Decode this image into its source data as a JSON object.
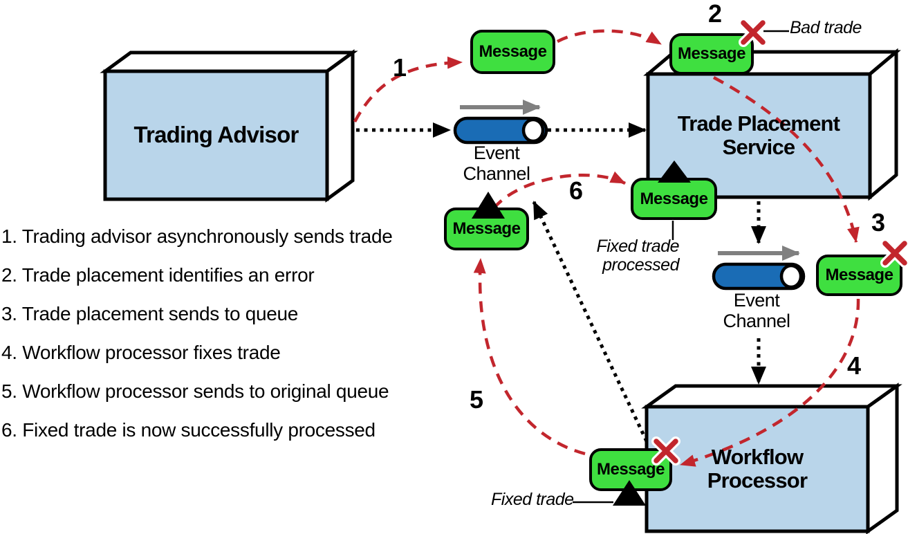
{
  "colors": {
    "green": "#3fdf40",
    "lightblue": "#b9d5ea",
    "blue": "#1a6cb5",
    "red": "#c2262d",
    "gray": "#808080"
  },
  "nodes": {
    "trading_advisor": {
      "label": "Trading Advisor"
    },
    "trade_placement": {
      "label": "Trade Placement Service"
    },
    "workflow_processor": {
      "label": "Workflow Processor"
    }
  },
  "channels": {
    "channel1": {
      "label": "Event Channel"
    },
    "channel2": {
      "label": "Event Channel"
    }
  },
  "messages": {
    "m1": {
      "label": "Message"
    },
    "m2": {
      "label": "Message"
    },
    "m3": {
      "label": "Message"
    },
    "m4": {
      "label": "Message"
    },
    "m5": {
      "label": "Message"
    },
    "m6": {
      "label": "Message"
    }
  },
  "step_markers": {
    "s1": "1",
    "s2": "2",
    "s3": "3",
    "s4": "4",
    "s5": "5",
    "s6": "6"
  },
  "annotations": {
    "bad_trade": "Bad trade",
    "fixed_trade_processed": "Fixed trade processed",
    "fixed_trade": "Fixed trade"
  },
  "legend_steps": [
    "1. Trading advisor asynchronously sends trade",
    "2. Trade placement identifies an error",
    "3. Trade placement sends to queue",
    "4. Workflow processor fixes trade",
    "5. Workflow processor sends to original queue",
    "6. Fixed trade is now successfully processed"
  ]
}
